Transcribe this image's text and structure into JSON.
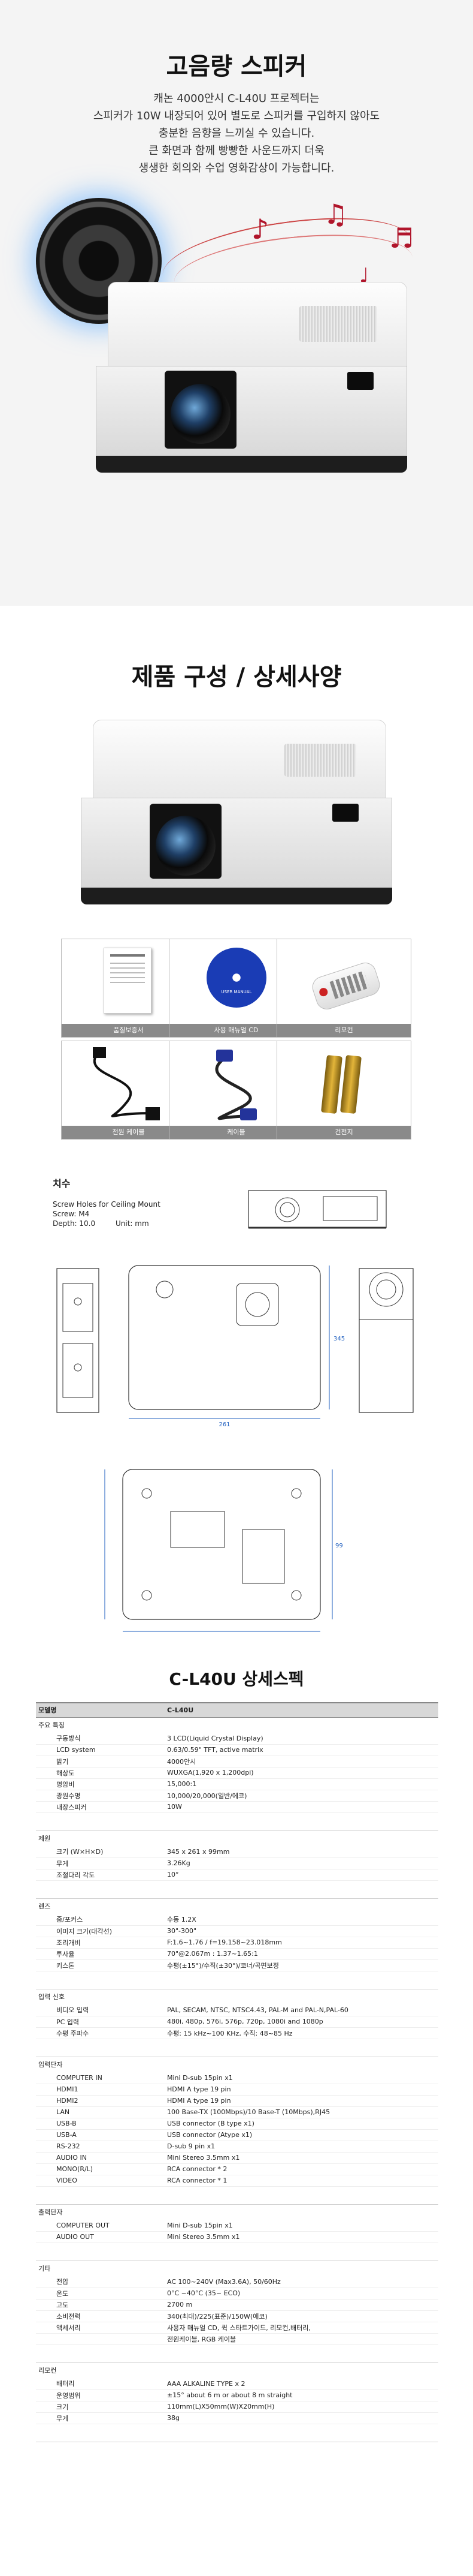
{
  "hero": {
    "title": "고음량 스피커",
    "lines": [
      "캐논 4000안시 C-L40U 프로젝터는",
      "스피커가 10W 내장되어 있어 별도로 스피커를 구입하지 않아도",
      "충분한 음향을 느끼실 수 있습니다.",
      "큰 화면과 함께 빵빵한 사운드까지 더욱",
      "생생한 회의와 수업 영화감상이 가능합니다."
    ]
  },
  "components": {
    "title": "제품 구성 / 상세사양",
    "items": [
      "품질보증서",
      "사용 매뉴얼 CD",
      "리모컨",
      "전원 케이블",
      "케이블",
      "건전지"
    ],
    "cd_text": "USER MANUAL"
  },
  "dimensions": {
    "title": "치수",
    "lines": [
      "Screw Holes for Ceiling Mount",
      "Screw: M4"
    ],
    "depth": "Depth: 10.0",
    "unit": "Unit: mm",
    "width_value": "261",
    "height_value": "345",
    "dim_value": "99"
  },
  "spec": {
    "title": "C-L40U 상세스펙",
    "header": [
      "모델명",
      "C-L40U"
    ],
    "groups": [
      {
        "name": "주요 특징",
        "rows": [
          [
            "구동방식",
            "3 LCD(Liquid Crystal Display)"
          ],
          [
            "LCD system",
            "0.63/0.59\" TFT, active matrix"
          ],
          [
            "밝기",
            "4000안시"
          ],
          [
            "해상도",
            "WUXGA(1,920 x 1,200dpi)"
          ],
          [
            "명암비",
            "15,000:1"
          ],
          [
            "광원수명",
            "10,000/20,000(일반/에코)"
          ],
          [
            "내장스피커",
            "10W"
          ]
        ]
      },
      {
        "name": "제원",
        "rows": [
          [
            "크기 (W×H×D)",
            "345 x 261 x 99mm"
          ],
          [
            "무게",
            "3.26Kg"
          ],
          [
            "조절다리 각도",
            "10°"
          ]
        ]
      },
      {
        "name": "렌즈",
        "rows": [
          [
            "줌/포커스",
            "수동 1.2X"
          ],
          [
            "이미지 크기(대각선)",
            "30\"-300\""
          ],
          [
            "조리개비",
            "F:1.6~1.76 / f=19.158~23.018mm"
          ],
          [
            "투사율",
            "70\"@2.067m : 1.37~1.65:1"
          ],
          [
            "키스톤",
            "수평(±15°)/수직(±30°)/코너/곡면보정"
          ]
        ]
      },
      {
        "name": "입력 신호",
        "rows": [
          [
            "비디오 입력",
            "PAL, SECAM, NTSC, NTSC4.43, PAL-M and PAL-N,PAL-60"
          ],
          [
            "PC 입력",
            "480i, 480p, 576i, 576p, 720p, 1080i and 1080p"
          ],
          [
            "수평 주파수",
            "수평: 15 kHz~100 KHz, 수직: 48~85 Hz"
          ]
        ]
      },
      {
        "name": "입력단자",
        "rows": [
          [
            "COMPUTER IN",
            "Mini D-sub 15pin x1"
          ],
          [
            "HDMI1",
            "HDMI A type 19 pin"
          ],
          [
            "HDMI2",
            "HDMI A type 19 pin"
          ],
          [
            "LAN",
            "100 Base-TX (100Mbps)/10 Base-T (10Mbps),RJ45"
          ],
          [
            "USB-B",
            "USB connector (B type x1)"
          ],
          [
            "USB-A",
            "USB connector (Atype x1)"
          ],
          [
            "RS-232",
            "D-sub 9 pin x1"
          ],
          [
            "AUDIO IN",
            "Mini Stereo 3.5mm x1"
          ],
          [
            "MONO(R/L)",
            "RCA connector * 2"
          ],
          [
            "VIDEO",
            "RCA connector * 1"
          ]
        ]
      },
      {
        "name": "출력단자",
        "rows": [
          [
            "COMPUTER OUT",
            "Mini D-sub 15pin x1"
          ],
          [
            "AUDIO OUT",
            "Mini Stereo 3.5mm x1"
          ]
        ]
      },
      {
        "name": "기타",
        "rows": [
          [
            "전압",
            "AC 100~240V (Max3.6A), 50/60Hz"
          ],
          [
            "온도",
            "0°C ~40°C (35~ ECO)"
          ],
          [
            "고도",
            "2700 m"
          ],
          [
            "소비전력",
            "340(최대)/225(표준)/150W(에코)"
          ],
          [
            "액세서리",
            "사용자 매뉴얼 CD, 퀵 스타트가이드, 리모컨,배터리,"
          ],
          [
            "",
            "전원케이블, RGB 케이블"
          ]
        ]
      },
      {
        "name": "리모컨",
        "rows": [
          [
            "배터리",
            "AAA ALKALINE TYPE x 2"
          ],
          [
            "운영범위",
            "±15° about 6 m or about 8 m straight"
          ],
          [
            "크기",
            "110mm(L)X50mm(W)X20mm(H)"
          ],
          [
            "무게",
            "38g"
          ]
        ]
      }
    ]
  },
  "colors": {
    "hero_bg": "#f4f4f4",
    "note": "#b0152b",
    "label_bar": "#8a8a8a",
    "table_head": "#d8d8d8"
  }
}
